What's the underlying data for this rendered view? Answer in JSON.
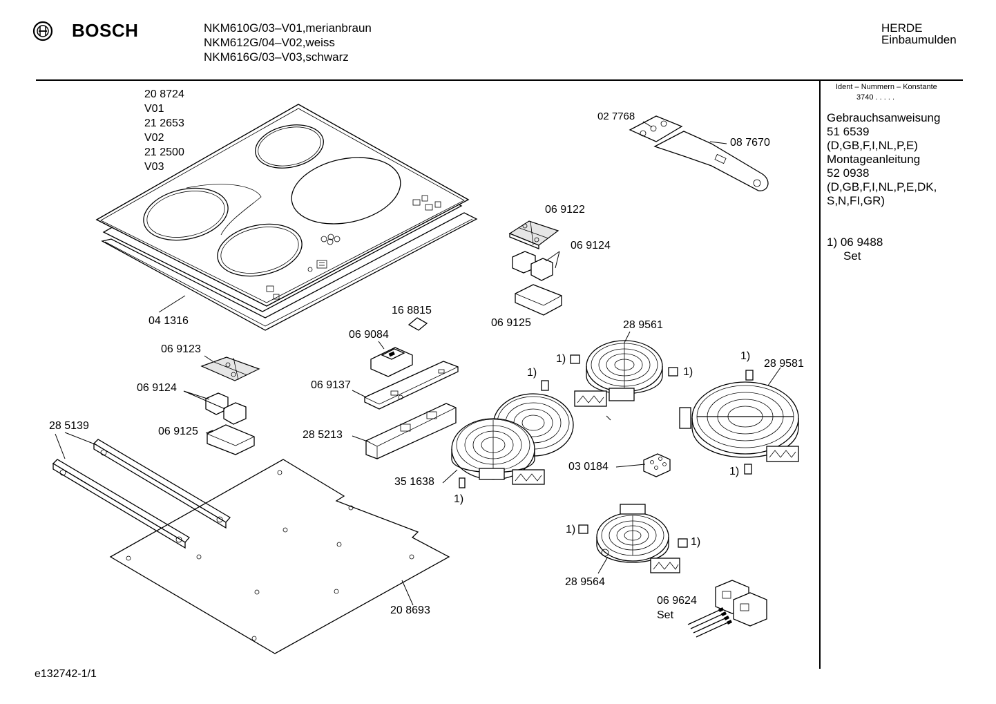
{
  "header": {
    "brand": "BOSCH",
    "models": [
      "NKM610G/03–V01,merianbraun",
      "NKM612G/04–V02,weiss",
      "NKM616G/03–V03,schwarz"
    ],
    "category_line1": "HERDE",
    "category_line2": "Einbaumulden"
  },
  "sidebar": {
    "ident_label": "Ident – Nummern – Konstante",
    "ident_value": "3740 . . . . .",
    "lines": [
      "Gebrauchsanweisung",
      "51 6539",
      "(D,GB,F,I,NL,P,E)",
      "Montageanleitung",
      "52 0938",
      "(D,GB,F,I,NL,P,E,DK,",
      "S,N,FI,GR)"
    ],
    "footnote_line1": "1)  06 9488",
    "footnote_line2": "Set"
  },
  "parts": {
    "glass_top_codes": [
      "20 8724",
      "V01",
      "21 2653",
      "V02",
      "21 2500",
      "V03"
    ],
    "p041316": "04 1316",
    "p027768": "02 7768",
    "p087670": "08 7670",
    "p069122": "06 9122",
    "p069124_a": "06 9124",
    "p069125_a": "06 9125",
    "p168815": "16 8815",
    "p069084": "06 9084",
    "p069123": "06 9123",
    "p069124_b": "06 9124",
    "p069137": "06 9137",
    "p069125_b": "06 9125",
    "p285139": "28 5139",
    "p285213": "28 5213",
    "p289561": "28 9561",
    "p289581": "28 9581",
    "p351638": "35 1638",
    "p030184": "03 0184",
    "p289564": "28 9564",
    "p208693": "20 8693",
    "p069624": "06 9624",
    "p069624_set": "Set",
    "footnote_refs": [
      "1)",
      "1)",
      "1)",
      "1)",
      "1)",
      "1)",
      "1)",
      "1)"
    ]
  },
  "footer": {
    "doc_id": "e132742-1/1"
  }
}
